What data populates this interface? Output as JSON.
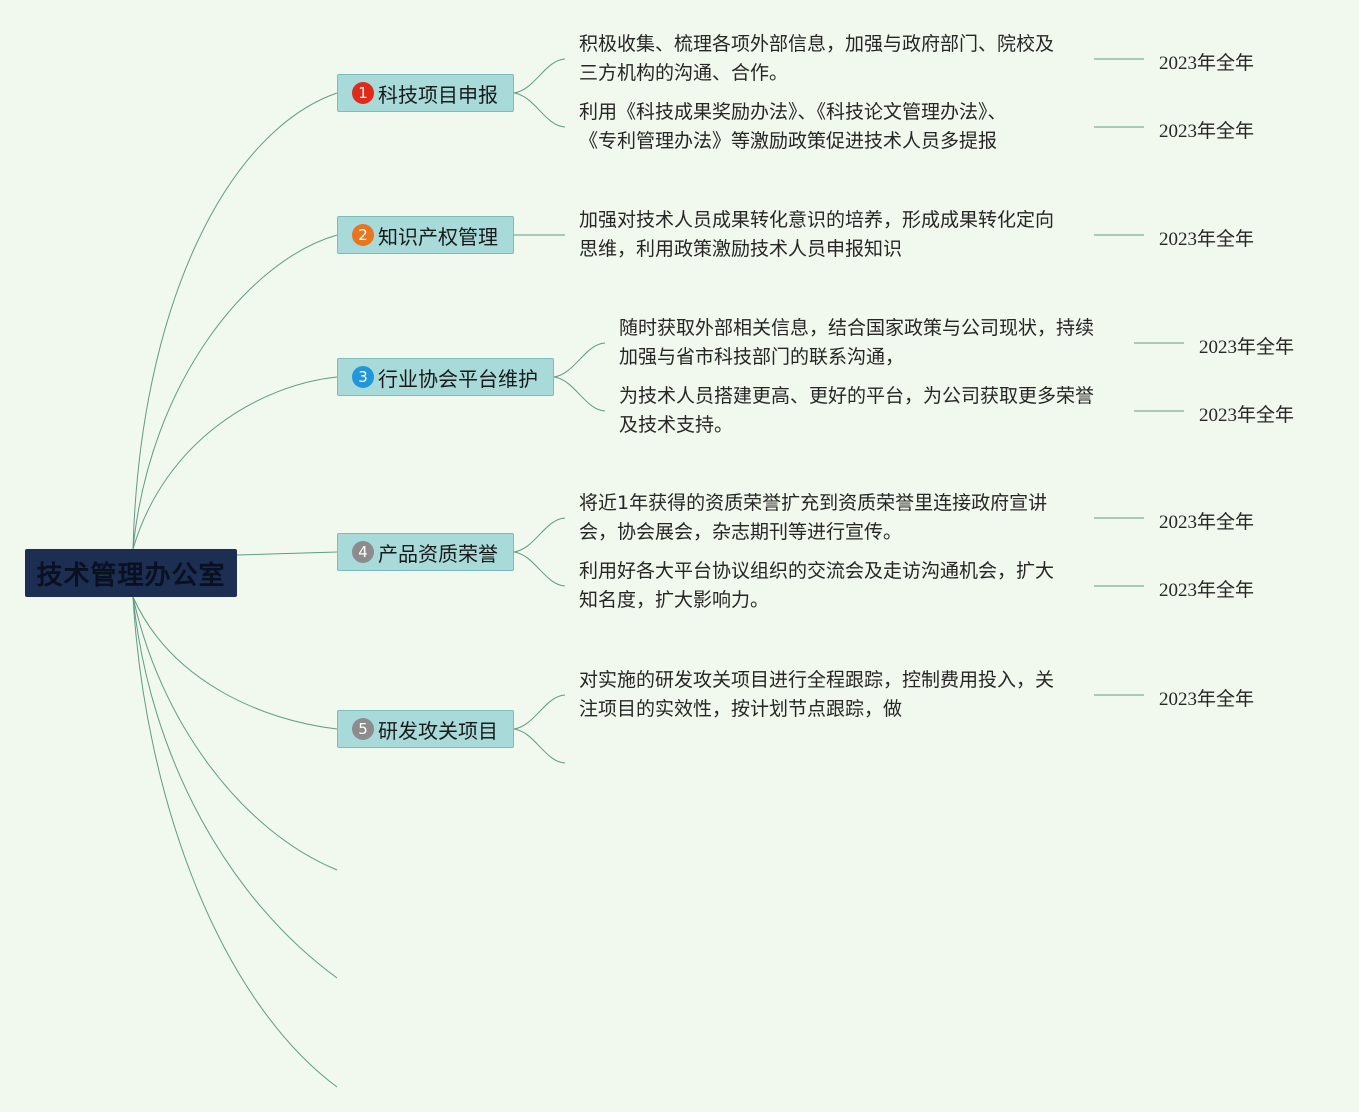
{
  "root": {
    "label": "技术管理办公室"
  },
  "colors": {
    "badge_1": "#e02a1c",
    "badge_2": "#e8751f",
    "badge_3": "#2196d9",
    "badge_4": "#8c8c8c",
    "badge_5": "#8c8c8c"
  },
  "branches": [
    {
      "number": "1",
      "label": "科技项目申报",
      "items": [
        {
          "lines": [
            "积极收集、梳理各项外部信息，加强与政府部门、院校及",
            "三方机构的沟通、合作。"
          ],
          "date": "2023年全年"
        },
        {
          "lines": [
            "利用《科技成果奖励办法》、《科技论文管理办法》、",
            "《专利管理办法》等激励政策促进技术人员多提报"
          ],
          "date": "2023年全年"
        }
      ]
    },
    {
      "number": "2",
      "label": "知识产权管理",
      "items": [
        {
          "lines": [
            "加强对技术人员成果转化意识的培养，形成成果转化定向",
            "思维，利用政策激励技术人员申报知识"
          ],
          "date": "2023年全年"
        }
      ]
    },
    {
      "number": "3",
      "label": "行业协会平台维护",
      "items": [
        {
          "lines": [
            "随时获取外部相关信息，结合国家政策与公司现状，持续",
            "加强与省市科技部门的联系沟通，"
          ],
          "date": "2023年全年"
        },
        {
          "lines": [
            "为技术人员搭建更高、更好的平台，为公司获取更多荣誉",
            "及技术支持。"
          ],
          "date": "2023年全年"
        }
      ]
    },
    {
      "number": "4",
      "label": "产品资质荣誉",
      "items": [
        {
          "lines": [
            "将近1年获得的资质荣誉扩充到资质荣誉里连接政府宣讲",
            "会，协会展会，杂志期刊等进行宣传。"
          ],
          "date": "2023年全年"
        },
        {
          "lines": [
            "利用好各大平台协议组织的交流会及走访沟通机会，扩大",
            "知名度，扩大影响力。"
          ],
          "date": "2023年全年"
        }
      ]
    },
    {
      "number": "5",
      "label": "研发攻关项目",
      "items": [
        {
          "lines": [
            "对实施的研发攻关项目进行全程跟踪，控制费用投入，关",
            "注项目的实效性，按计划节点跟踪，做"
          ],
          "date": "2023年全年"
        }
      ]
    }
  ]
}
